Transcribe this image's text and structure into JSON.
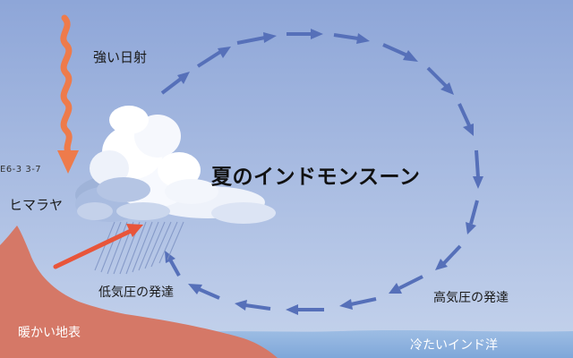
{
  "labels": {
    "sun": "強い日射",
    "figure_code": "E6-3  3-7",
    "himalaya": "ヒマラヤ",
    "title": "夏のインドモンスーン",
    "low_pressure": "低気圧の発達",
    "high_pressure": "高気圧の発達",
    "land": "暖かい地表",
    "ocean": "冷たいインド洋"
  },
  "icons": {
    "sun_arrow": "wavy-down-arrow-icon",
    "moist_air": "diagonal-up-arrow-icon",
    "circulation": "circulation-arrows-icon",
    "cloud": "cumulonimbus-cloud-icon",
    "rain": "rain-icon"
  },
  "colors": {
    "sky_top": "#8EA6D8",
    "sky_bottom": "#C5D3EC",
    "circulation_arrow": "#5670B9",
    "sun_arrow": "#EE7B4B",
    "moist_air_arrow": "#E8553A",
    "land": "#D57867",
    "ocean": "#7FA7D9"
  }
}
